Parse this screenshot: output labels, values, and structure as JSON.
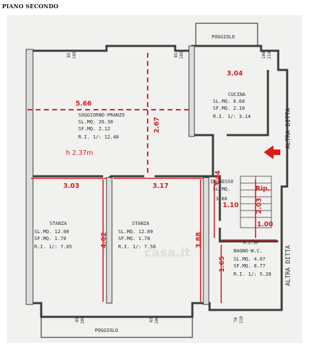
{
  "heading": "PIANO SECONDO",
  "balconies": {
    "top": "POGGIOLO",
    "bottom": "POGGIOLO"
  },
  "side_labels": {
    "right_top": "ALTRA DITTA",
    "right_bottom": "ALTRA DITTA"
  },
  "rooms": {
    "soggiorno": {
      "name": "SOGGIORNO-PRANZO",
      "sl": "SL.MQ. 26.30",
      "sf": "SF.MQ. 2.12",
      "ri": "R.I. 1/: 12.40"
    },
    "cucina": {
      "name": "CUCINA",
      "sl": "SL.MQ. 6.60",
      "sf": "SF.MQ. 2.10",
      "ri": "R.I. 1/: 3.14"
    },
    "ingresso": {
      "name": "INGRESSO",
      "sl": "SL.MQ.",
      "val": "3.66"
    },
    "stanza1": {
      "name": "STANZA",
      "sl": "SL.MQ. 12.00",
      "sf": "SF.MQ. 1.70",
      "ri": "R.I. 1/: 7.05"
    },
    "stanza2": {
      "name": "STANZA",
      "sl": "SL.MQ. 12.89",
      "sf": "SF.MQ. 1.70",
      "ri": "R.I. 1/: 7.58"
    },
    "bagno": {
      "name": "BAGNO-W.C.",
      "h": "H.2.50",
      "sl": "SL.MQ. 4.07",
      "sf": "SF.MQ. 0.77",
      "ri": "R.I. 1/: 5.28"
    }
  },
  "red_dims": {
    "d_566": "5.66",
    "d_304": "3.04",
    "d_267": "2.67",
    "d_h": "h 2.37m",
    "d_303": "3.03",
    "d_317": "3.17",
    "d_344": "3.44",
    "d_110": "1.10",
    "d_203": "2.03",
    "d_100": "1.00",
    "d_402": "4.02",
    "d_388": "3.88",
    "d_165": "1.65",
    "rip": "Rip."
  },
  "openings": {
    "o1a": "85",
    "o1b": "195",
    "o2a": "85",
    "o2b": "185",
    "o3a": "100",
    "o3b": "210",
    "o4a": "85",
    "o4b": "200",
    "o5a": "65",
    "o5b": "200",
    "o6a": "70",
    "o6b": "110"
  },
  "watermark": "casa.it",
  "colors": {
    "wall": "#3a3a3a",
    "dim": "#d61f1f",
    "paper": "#f1f1ef"
  }
}
